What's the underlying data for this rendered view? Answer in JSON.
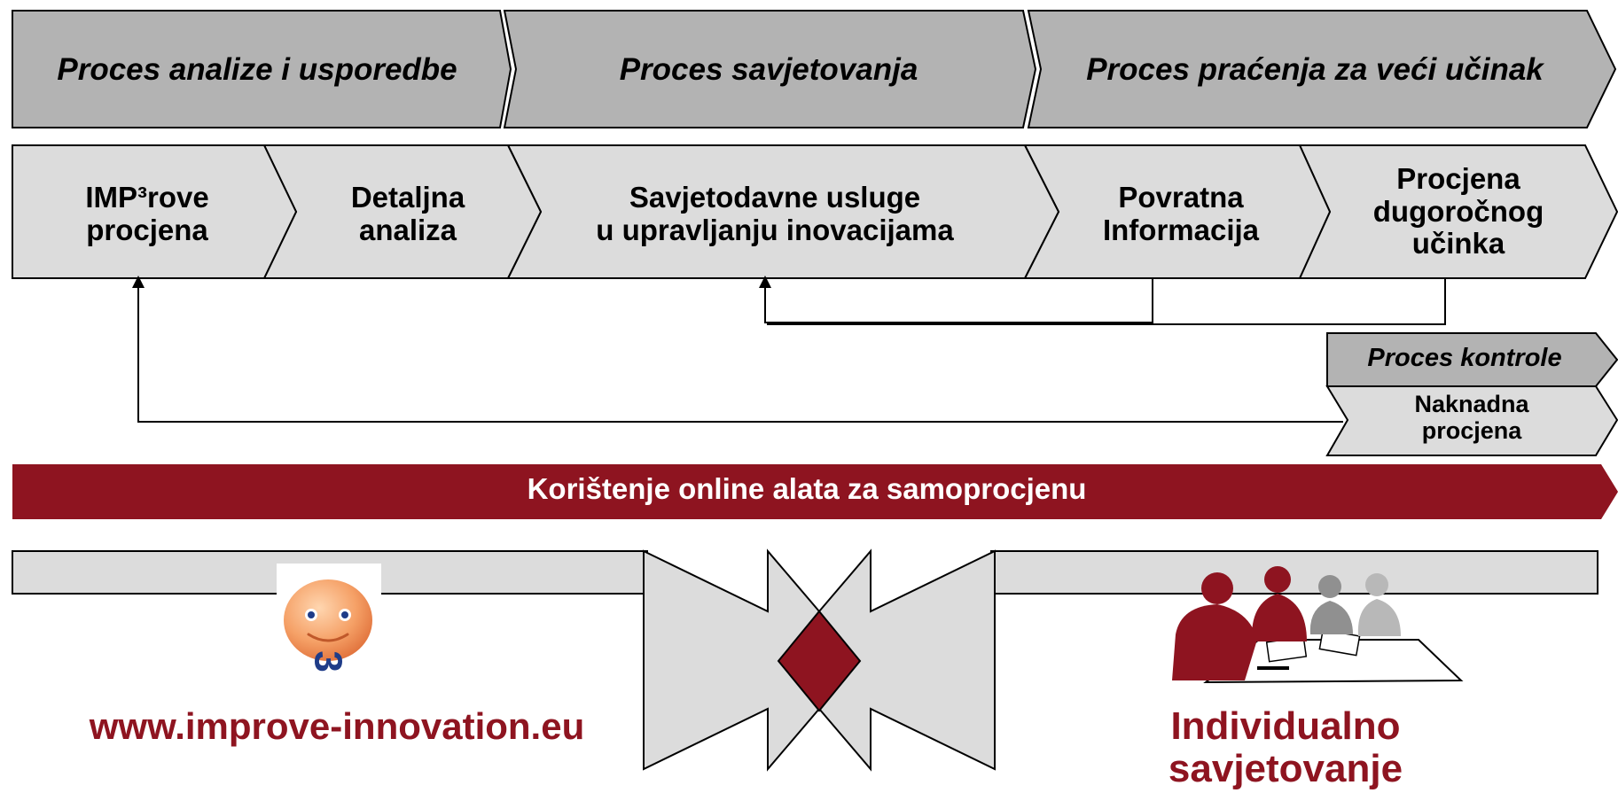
{
  "phases": [
    {
      "label": "Proces analize i usporedbe"
    },
    {
      "label": "Proces savjetovanja"
    },
    {
      "label": "Proces praćenja za veći učinak"
    }
  ],
  "steps": [
    {
      "line1": "IMP³rove",
      "line2": "procjena"
    },
    {
      "line1": "Detaljna",
      "line2": "analiza"
    },
    {
      "line1": "Savjetodavne usluge",
      "line2": "u upravljanju inovacijama"
    },
    {
      "line1": "Povratna",
      "line2": "Informacija"
    },
    {
      "line1": "Procjena",
      "line2": "dugoročnog",
      "line3": "učinka"
    }
  ],
  "control": {
    "title": "Proces kontrole",
    "line1": "Naknadna",
    "line2": "procjena"
  },
  "banner": {
    "label": "Korištenje online alata za samoprocjenu"
  },
  "left_tool": {
    "url": "www.improve-innovation.eu",
    "logo_glyph": "3"
  },
  "right_tool": {
    "line1": "Individualno",
    "line2": "savjetovanje"
  },
  "colors": {
    "phase_fill": "#b3b3b3",
    "step_fill": "#dcdcdc",
    "accent_red": "#8e1420",
    "meeting_grey": "#9a9a9a",
    "logo_orange": "#f08a4b"
  }
}
